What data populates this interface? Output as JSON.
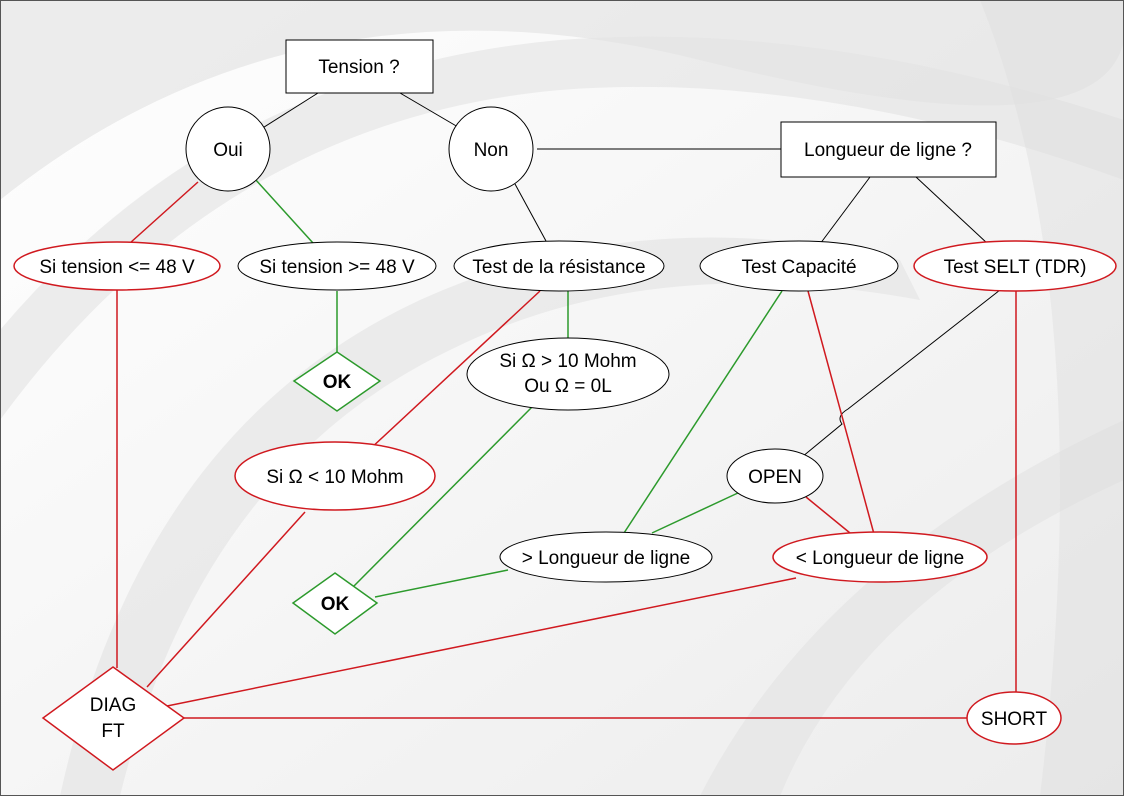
{
  "diagram": {
    "colors": {
      "red": "#d0191f",
      "green": "#2c9a2c",
      "black": "#000000"
    },
    "nodes": {
      "tension": "Tension ?",
      "oui": "Oui",
      "non": "Non",
      "longueur_question": "Longueur de ligne ?",
      "si_tension_le": "Si tension <= 48 V",
      "si_tension_ge": "Si tension >= 48 V",
      "test_resistance": "Test de la résistance",
      "test_capacite": "Test Capacité",
      "test_selt": "Test SELT (TDR)",
      "ok_top": "OK",
      "si_omega_gt_line1": "Si Ω > 10 Mohm",
      "si_omega_gt_line2": "Ou Ω = 0L",
      "si_omega_lt": "Si Ω < 10 Mohm",
      "open": "OPEN",
      "gt_longueur": "> Longueur de ligne",
      "lt_longueur": "< Longueur de ligne",
      "ok_bottom": "OK",
      "diag_line1": "DIAG",
      "diag_line2": "FT",
      "short": "SHORT"
    }
  }
}
